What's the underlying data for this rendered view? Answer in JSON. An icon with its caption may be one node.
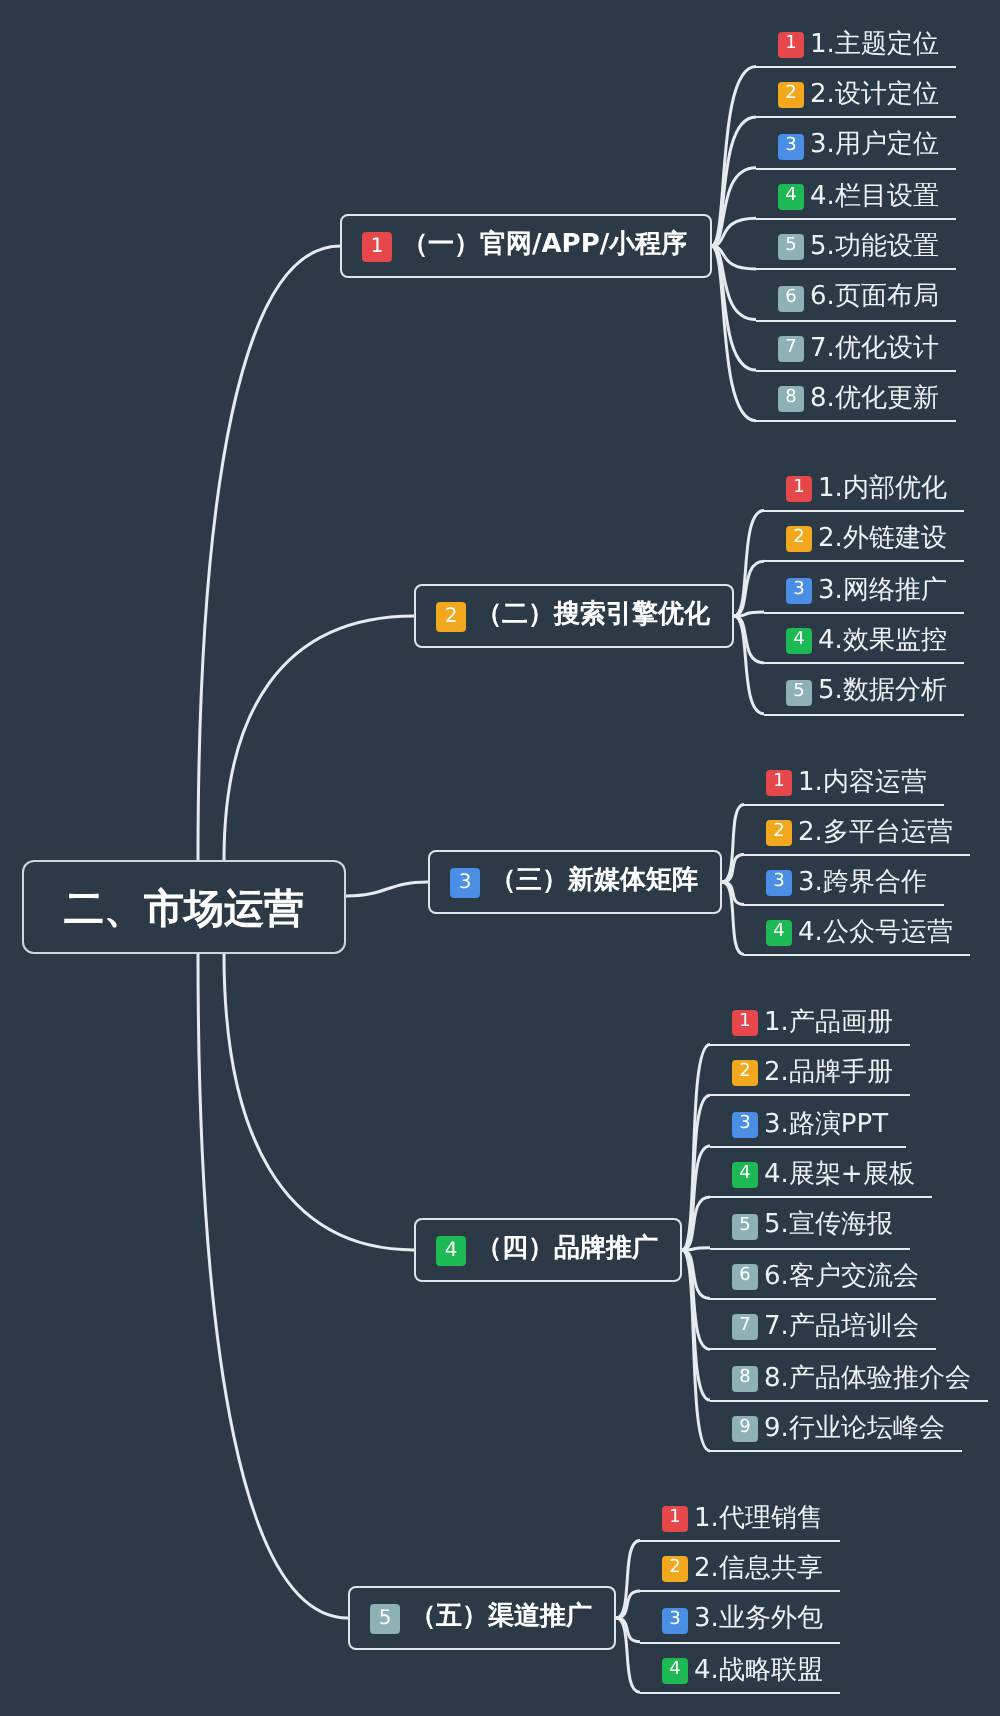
{
  "diagram": {
    "nodes": [
      {
        "text": [
          "二、市场运营"
        ]
      },
      {
        "text": [
          "1",
          "（一）官网/APP/小程序"
        ]
      },
      {
        "text": [
          "1",
          "1.主题定位"
        ]
      },
      {
        "text": [
          "2",
          "2.设计定位"
        ]
      },
      {
        "text": [
          "3",
          "3.用户定位"
        ]
      },
      {
        "text": [
          "4",
          "4.栏目设置"
        ]
      },
      {
        "text": [
          "5",
          "5.功能设置"
        ]
      },
      {
        "text": [
          "6",
          "6.页面布局"
        ]
      },
      {
        "text": [
          "7",
          "7.优化设计"
        ]
      },
      {
        "text": [
          "8",
          "8.优化更新"
        ]
      },
      {
        "text": [
          "2",
          "（二）搜索引擎优化"
        ]
      },
      {
        "text": [
          "1",
          "1.内部优化"
        ]
      },
      {
        "text": [
          "2",
          "2.外链建设"
        ]
      },
      {
        "text": [
          "3",
          "3.网络推广"
        ]
      },
      {
        "text": [
          "4",
          "4.效果监控"
        ]
      },
      {
        "text": [
          "5",
          "5.数据分析"
        ]
      },
      {
        "text": [
          "3",
          "（三）新媒体矩阵"
        ]
      },
      {
        "text": [
          "1",
          "1.内容运营"
        ]
      },
      {
        "text": [
          "2",
          "2.多平台运营"
        ]
      },
      {
        "text": [
          "3",
          "3.跨界合作"
        ]
      },
      {
        "text": [
          "4",
          "4.公众号运营"
        ]
      },
      {
        "text": [
          "4",
          "（四）品牌推广"
        ]
      },
      {
        "text": [
          "1",
          "1.产品画册"
        ]
      },
      {
        "text": [
          "2",
          "2.品牌手册"
        ]
      },
      {
        "text": [
          "3",
          "3.路演PPT"
        ]
      },
      {
        "text": [
          "4",
          "4.展架+展板"
        ]
      },
      {
        "text": [
          "5",
          "5.宣传海报"
        ]
      },
      {
        "text": [
          "6",
          "6.客户交流会"
        ]
      },
      {
        "text": [
          "7",
          "7.产品培训会"
        ]
      },
      {
        "text": [
          "8",
          "8.产品体验推介会"
        ]
      },
      {
        "text": [
          "9",
          "9.行业论坛峰会"
        ]
      },
      {
        "text": [
          "5",
          "（五）渠道推广"
        ]
      },
      {
        "text": [
          "1",
          "1.代理销售"
        ]
      },
      {
        "text": [
          "2",
          "2.信息共享"
        ]
      },
      {
        "text": [
          "3",
          "3.业务外包"
        ]
      },
      {
        "text": [
          "4",
          "4.战略联盟"
        ]
      }
    ],
    "edges": [
      {
        "from": 0,
        "to": 1,
        "arrow": "none"
      },
      {
        "from": 1,
        "to": 2,
        "arrow": "none"
      },
      {
        "from": 1,
        "to": 3,
        "arrow": "none"
      },
      {
        "from": 1,
        "to": 4,
        "arrow": "none"
      },
      {
        "from": 1,
        "to": 5,
        "arrow": "none"
      },
      {
        "from": 1,
        "to": 6,
        "arrow": "none"
      },
      {
        "from": 1,
        "to": 7,
        "arrow": "none"
      },
      {
        "from": 1,
        "to": 8,
        "arrow": "none"
      },
      {
        "from": 1,
        "to": 9,
        "arrow": "none"
      },
      {
        "from": 0,
        "to": 10,
        "arrow": "none"
      },
      {
        "from": 10,
        "to": 11,
        "arrow": "none"
      },
      {
        "from": 10,
        "to": 12,
        "arrow": "none"
      },
      {
        "from": 10,
        "to": 13,
        "arrow": "none"
      },
      {
        "from": 10,
        "to": 14,
        "arrow": "none"
      },
      {
        "from": 10,
        "to": 15,
        "arrow": "none"
      },
      {
        "from": 0,
        "to": 16,
        "arrow": "none"
      },
      {
        "from": 16,
        "to": 17,
        "arrow": "none"
      },
      {
        "from": 16,
        "to": 18,
        "arrow": "none"
      },
      {
        "from": 16,
        "to": 19,
        "arrow": "none"
      },
      {
        "from": 16,
        "to": 20,
        "arrow": "none"
      },
      {
        "from": 0,
        "to": 21,
        "arrow": "none"
      },
      {
        "from": 21,
        "to": 22,
        "arrow": "none"
      },
      {
        "from": 21,
        "to": 23,
        "arrow": "none"
      },
      {
        "from": 21,
        "to": 24,
        "arrow": "none"
      },
      {
        "from": 21,
        "to": 25,
        "arrow": "none"
      },
      {
        "from": 21,
        "to": 26,
        "arrow": "none"
      },
      {
        "from": 21,
        "to": 27,
        "arrow": "none"
      },
      {
        "from": 21,
        "to": 28,
        "arrow": "none"
      },
      {
        "from": 21,
        "to": 29,
        "arrow": "none"
      },
      {
        "from": 21,
        "to": 30,
        "arrow": "none"
      },
      {
        "from": 0,
        "to": 31,
        "arrow": "none"
      },
      {
        "from": 31,
        "to": 32,
        "arrow": "none"
      },
      {
        "from": 31,
        "to": 33,
        "arrow": "none"
      },
      {
        "from": 31,
        "to": 34,
        "arrow": "none"
      },
      {
        "from": 31,
        "to": 35,
        "arrow": "none"
      }
    ]
  }
}
